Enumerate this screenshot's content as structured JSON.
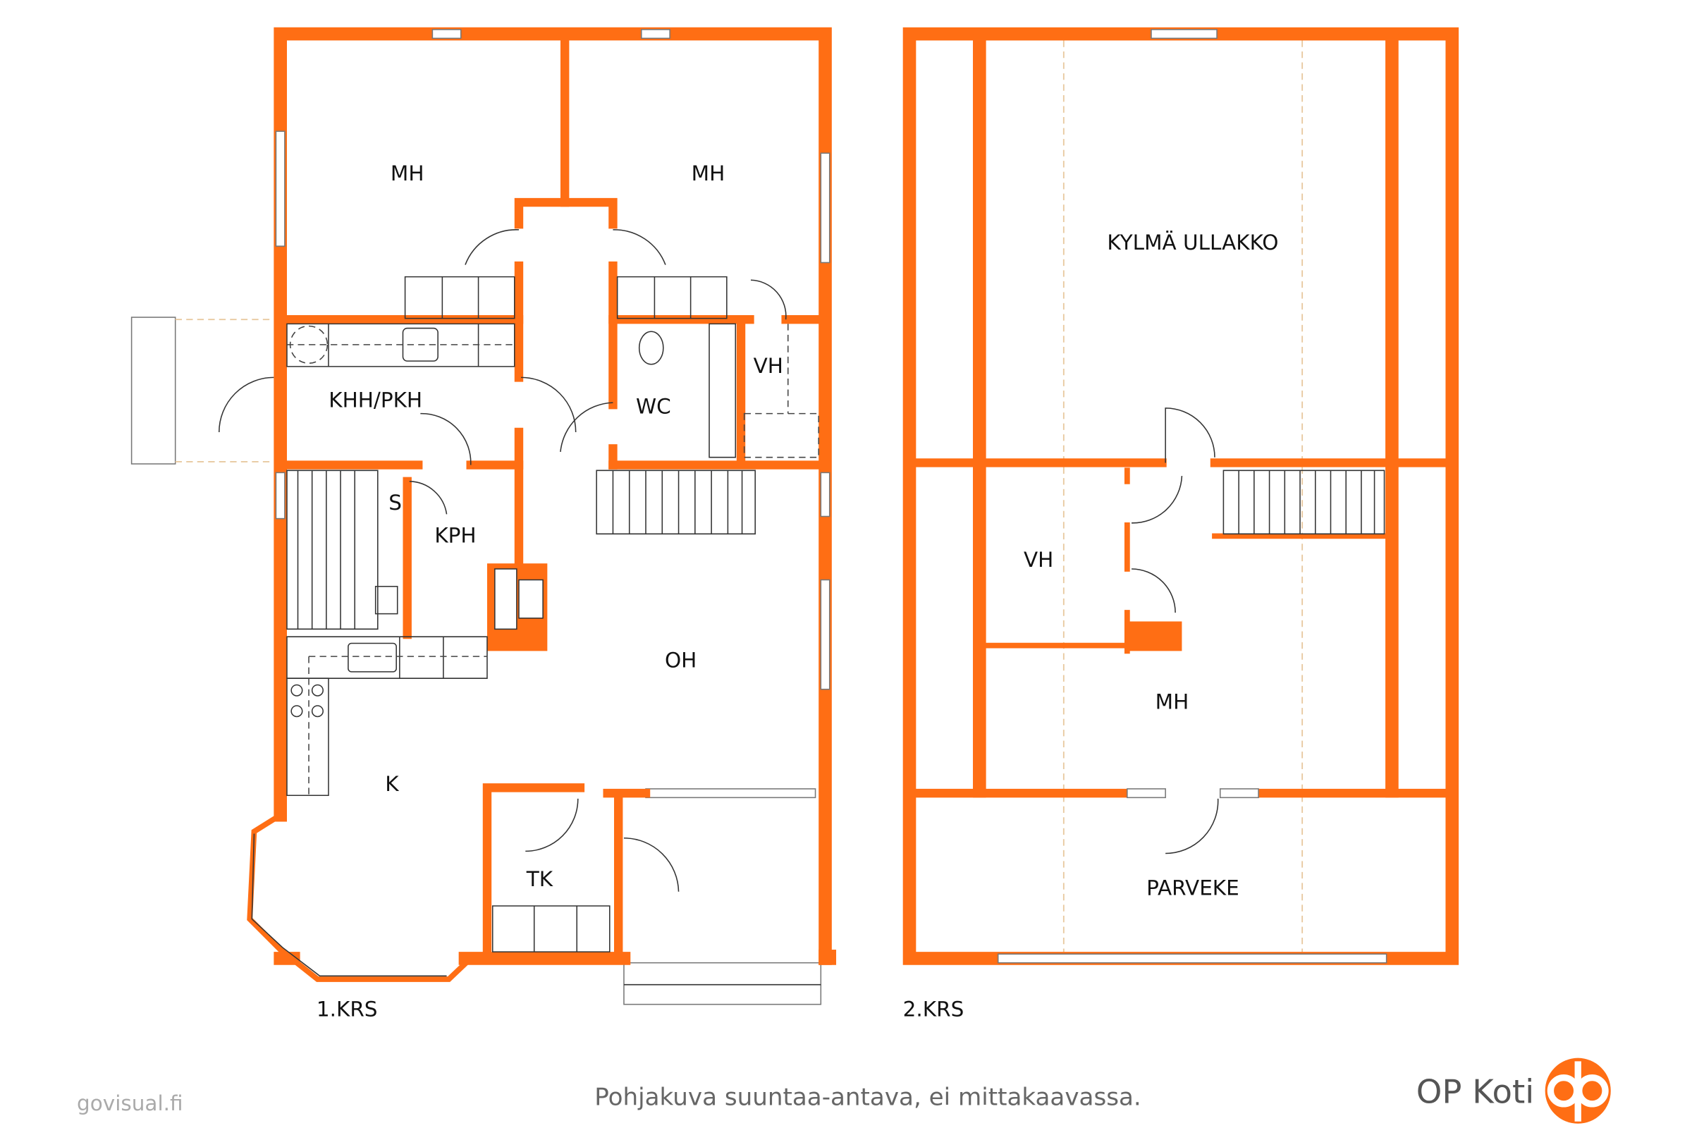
{
  "floor1": {
    "label": "1.KRS",
    "rooms": {
      "mh_left": "MH",
      "mh_right": "MH",
      "khh": "KHH/PKH",
      "wc": "WC",
      "vh": "VH",
      "s": "S",
      "kph": "KPH",
      "oh": "OH",
      "k": "K",
      "tk": "TK"
    }
  },
  "floor2": {
    "label": "2.KRS",
    "rooms": {
      "attic": "KYLMÄ ULLAKKO",
      "vh": "VH",
      "mh": "MH",
      "balcony": "PARVEKE"
    }
  },
  "footer": {
    "watermark": "govisual.fi",
    "caption": "Pohjakuva suuntaa-antava, ei mittakaavassa.",
    "brand": "OP Koti"
  },
  "colors": {
    "wall": "#FF6E14",
    "text": "#111111",
    "caption": "#666666"
  }
}
